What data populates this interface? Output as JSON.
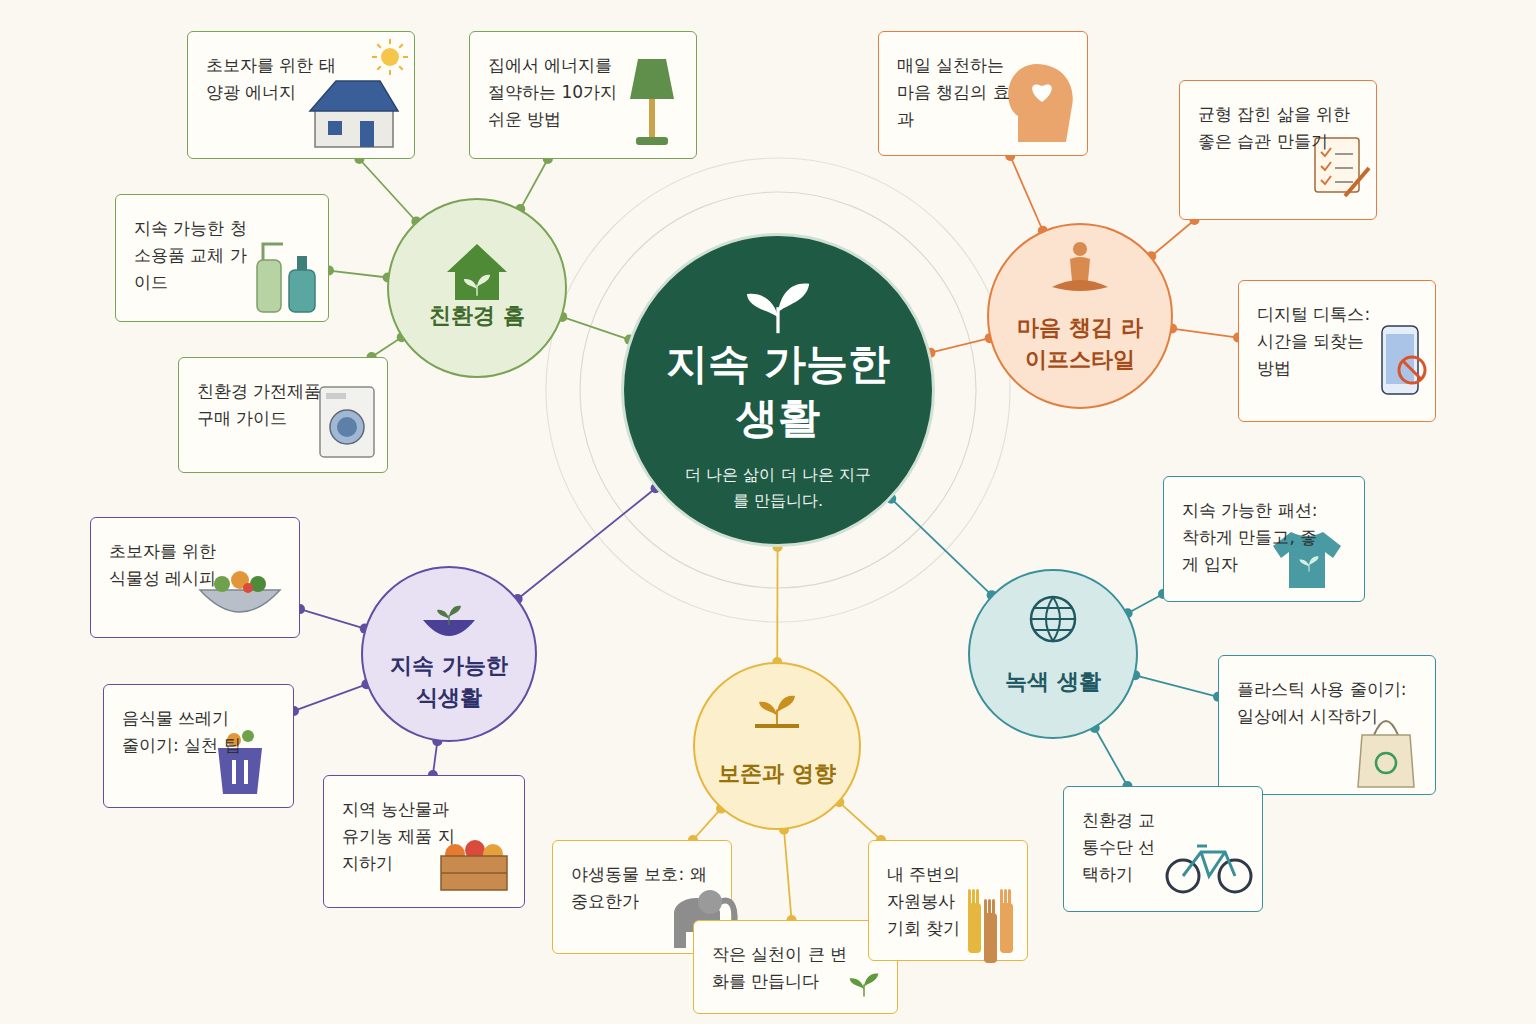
{
  "diagram": {
    "nodes": [
      {
        "text": [
          "지속 가능한 생활",
          "더 나은 삶이 더 나은 지구를 만듭니다."
        ]
      },
      {
        "text": [
          "친환경 홈"
        ]
      },
      {
        "text": [
          "초보자를 위한 태양광 에너지"
        ]
      },
      {
        "text": [
          "집에서 에너지를 절약하는 10가지 쉬운 방법"
        ]
      },
      {
        "text": [
          "지속 가능한 청소용품 교체 가이드"
        ]
      },
      {
        "text": [
          "친환경 가전제품 구매 가이드"
        ]
      },
      {
        "text": [
          "마음 챙김 라이프스타일"
        ]
      },
      {
        "text": [
          "매일 실천하는 마음 챙김의 효과"
        ]
      },
      {
        "text": [
          "균형 잡힌 삶을 위한 좋은 습관 만들기"
        ]
      },
      {
        "text": [
          "디지털 디톡스: 시간을 되찾는 방법"
        ]
      },
      {
        "text": [
          "지속 가능한 식생활"
        ]
      },
      {
        "text": [
          "초보자를 위한 식물성 레시피"
        ]
      },
      {
        "text": [
          "음식물 쓰레기 줄이기: 실천 팁"
        ]
      },
      {
        "text": [
          "지역 농산물과 유기농 제품 지지하기"
        ]
      },
      {
        "text": [
          "보존과 영향"
        ]
      },
      {
        "text": [
          "야생동물 보호: 왜 중요한가"
        ]
      },
      {
        "text": [
          "작은 실천이 큰 변화를 만듭니다"
        ]
      },
      {
        "text": [
          "내 주변의 자원봉사 기회 찾기"
        ]
      },
      {
        "text": [
          "녹색 생활"
        ]
      },
      {
        "text": [
          "지속 가능한 패션: 착하게 만들고, 좋게 입자"
        ]
      },
      {
        "text": [
          "플라스틱 사용 줄이기: 일상에서 시작하기"
        ]
      },
      {
        "text": [
          "친환경 교통수단 선택하기"
        ]
      }
    ],
    "edges": [
      {
        "from": 0,
        "to": 1,
        "arrow": "none"
      },
      {
        "from": 1,
        "to": 2,
        "arrow": "none"
      },
      {
        "from": 1,
        "to": 3,
        "arrow": "none"
      },
      {
        "from": 1,
        "to": 4,
        "arrow": "none"
      },
      {
        "from": 1,
        "to": 5,
        "arrow": "none"
      },
      {
        "from": 0,
        "to": 6,
        "arrow": "none"
      },
      {
        "from": 6,
        "to": 7,
        "arrow": "none"
      },
      {
        "from": 6,
        "to": 8,
        "arrow": "none"
      },
      {
        "from": 6,
        "to": 9,
        "arrow": "none"
      },
      {
        "from": 0,
        "to": 10,
        "arrow": "none"
      },
      {
        "from": 10,
        "to": 11,
        "arrow": "none"
      },
      {
        "from": 10,
        "to": 12,
        "arrow": "none"
      },
      {
        "from": 10,
        "to": 13,
        "arrow": "none"
      },
      {
        "from": 0,
        "to": 14,
        "arrow": "none"
      },
      {
        "from": 14,
        "to": 15,
        "arrow": "none"
      },
      {
        "from": 14,
        "to": 16,
        "arrow": "none"
      },
      {
        "from": 14,
        "to": 17,
        "arrow": "none"
      },
      {
        "from": 0,
        "to": 18,
        "arrow": "none"
      },
      {
        "from": 18,
        "to": 19,
        "arrow": "none"
      },
      {
        "from": 18,
        "to": 20,
        "arrow": "none"
      },
      {
        "from": 18,
        "to": 21,
        "arrow": "none"
      }
    ]
  }
}
